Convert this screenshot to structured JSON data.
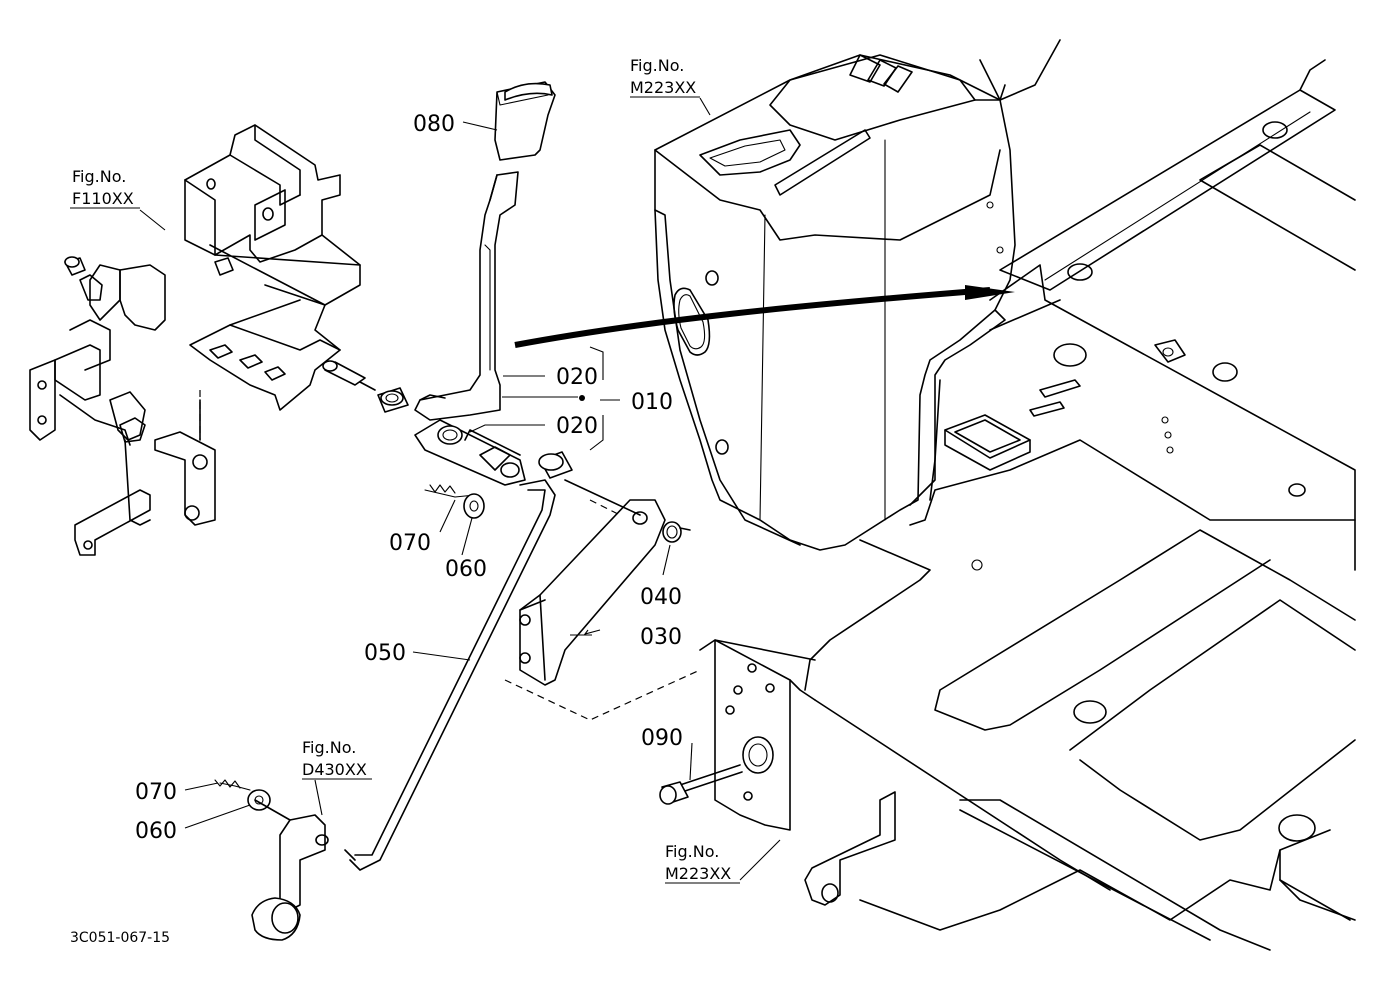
{
  "labels": {
    "p010": "010",
    "p020a": "020",
    "p020b": "020",
    "p030": "030",
    "p040": "040",
    "p050": "050",
    "p060a": "060",
    "p060b": "060",
    "p070a": "070",
    "p070b": "070",
    "p080": "080",
    "p090": "090"
  },
  "figrefs": {
    "f110": {
      "line1": "Fig.No.",
      "line2": "F110XX"
    },
    "m223_top": {
      "line1": "Fig.No.",
      "line2": "M223XX"
    },
    "d430": {
      "line1": "Fig.No.",
      "line2": "D430XX"
    },
    "m223_bottom": {
      "line1": "Fig.No.",
      "line2": "M223XX"
    }
  },
  "drawing_code": "3C051-067-15"
}
